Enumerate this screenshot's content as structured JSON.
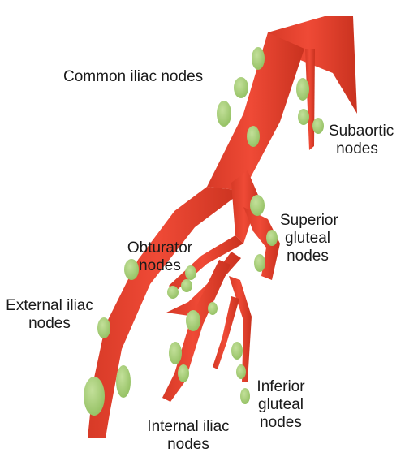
{
  "labels": {
    "common_iliac": "Common iliac nodes",
    "subaortic": {
      "line1": "Subaortic",
      "line2": "nodes"
    },
    "superior_gluteal": {
      "line1": "Superior",
      "line2": "gluteal",
      "line3": "nodes"
    },
    "obturator": {
      "line1": "Obturator",
      "line2": "nodes"
    },
    "external_iliac": {
      "line1": "External iliac",
      "line2": "nodes"
    },
    "inferior_gluteal": {
      "line1": "Inferior",
      "line2": "gluteal",
      "line3": "nodes"
    },
    "internal_iliac": {
      "line1": "Internal iliac",
      "line2": "nodes"
    }
  },
  "colors": {
    "artery": "#e8412f",
    "artery_dark": "#c9321f",
    "node": "#a9cf7a",
    "node_dark": "#8dbb5c",
    "text": "#1a1a1a"
  }
}
